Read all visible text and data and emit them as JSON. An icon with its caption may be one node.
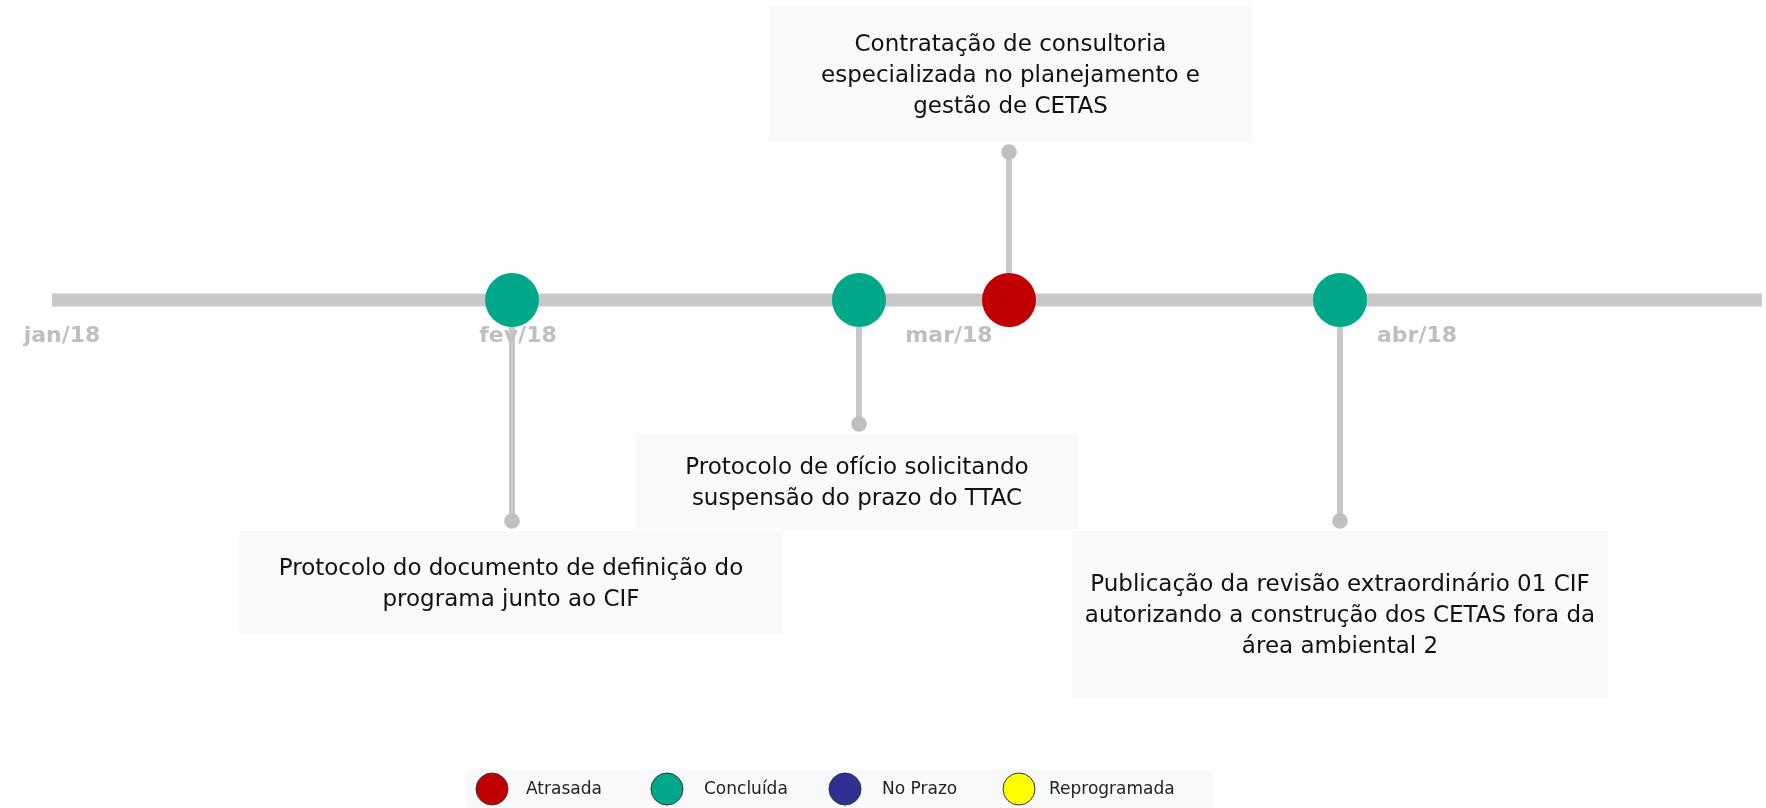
{
  "diagram": {
    "nodes": [
      {
        "text": [
          "Contratação de  consultoria especializada no planejamento e gestão de CETAS"
        ]
      },
      {
        "text": [],
        "shape": "circle"
      },
      {
        "text": [],
        "shape": "circle"
      },
      {
        "text": [],
        "shape": "circle"
      },
      {
        "text": [],
        "shape": "circle"
      },
      {
        "text": [
          "Protocolo de ofício solicitando suspensão do prazo do TTAC"
        ]
      },
      {
        "text": [
          "Protocolo do documento de definição do programa junto ao CIF"
        ]
      },
      {
        "text": [
          "Publicação da revisão extraordinário 01 CIF autorizando a construção dos CETAS fora da área ambiental 2"
        ]
      }
    ],
    "edges": [
      {
        "from": 1,
        "to": 6,
        "arrow": "other"
      },
      {
        "from": 2,
        "to": 5,
        "arrow": "other"
      },
      {
        "from": 3,
        "to": 0,
        "arrow": "other"
      },
      {
        "from": 4,
        "to": 7,
        "arrow": "other"
      }
    ],
    "labels": [
      "jan/18",
      "fev/18",
      "mar/18",
      "abr/18"
    ],
    "legend": [
      {
        "text": "Atrasada",
        "color": "#c00000"
      },
      {
        "text": "Concluída",
        "color": "#00a88a"
      },
      {
        "text": "No Prazo",
        "color": "#2e3192"
      },
      {
        "text": "Reprogramada",
        "color": "#ffff00"
      }
    ]
  }
}
